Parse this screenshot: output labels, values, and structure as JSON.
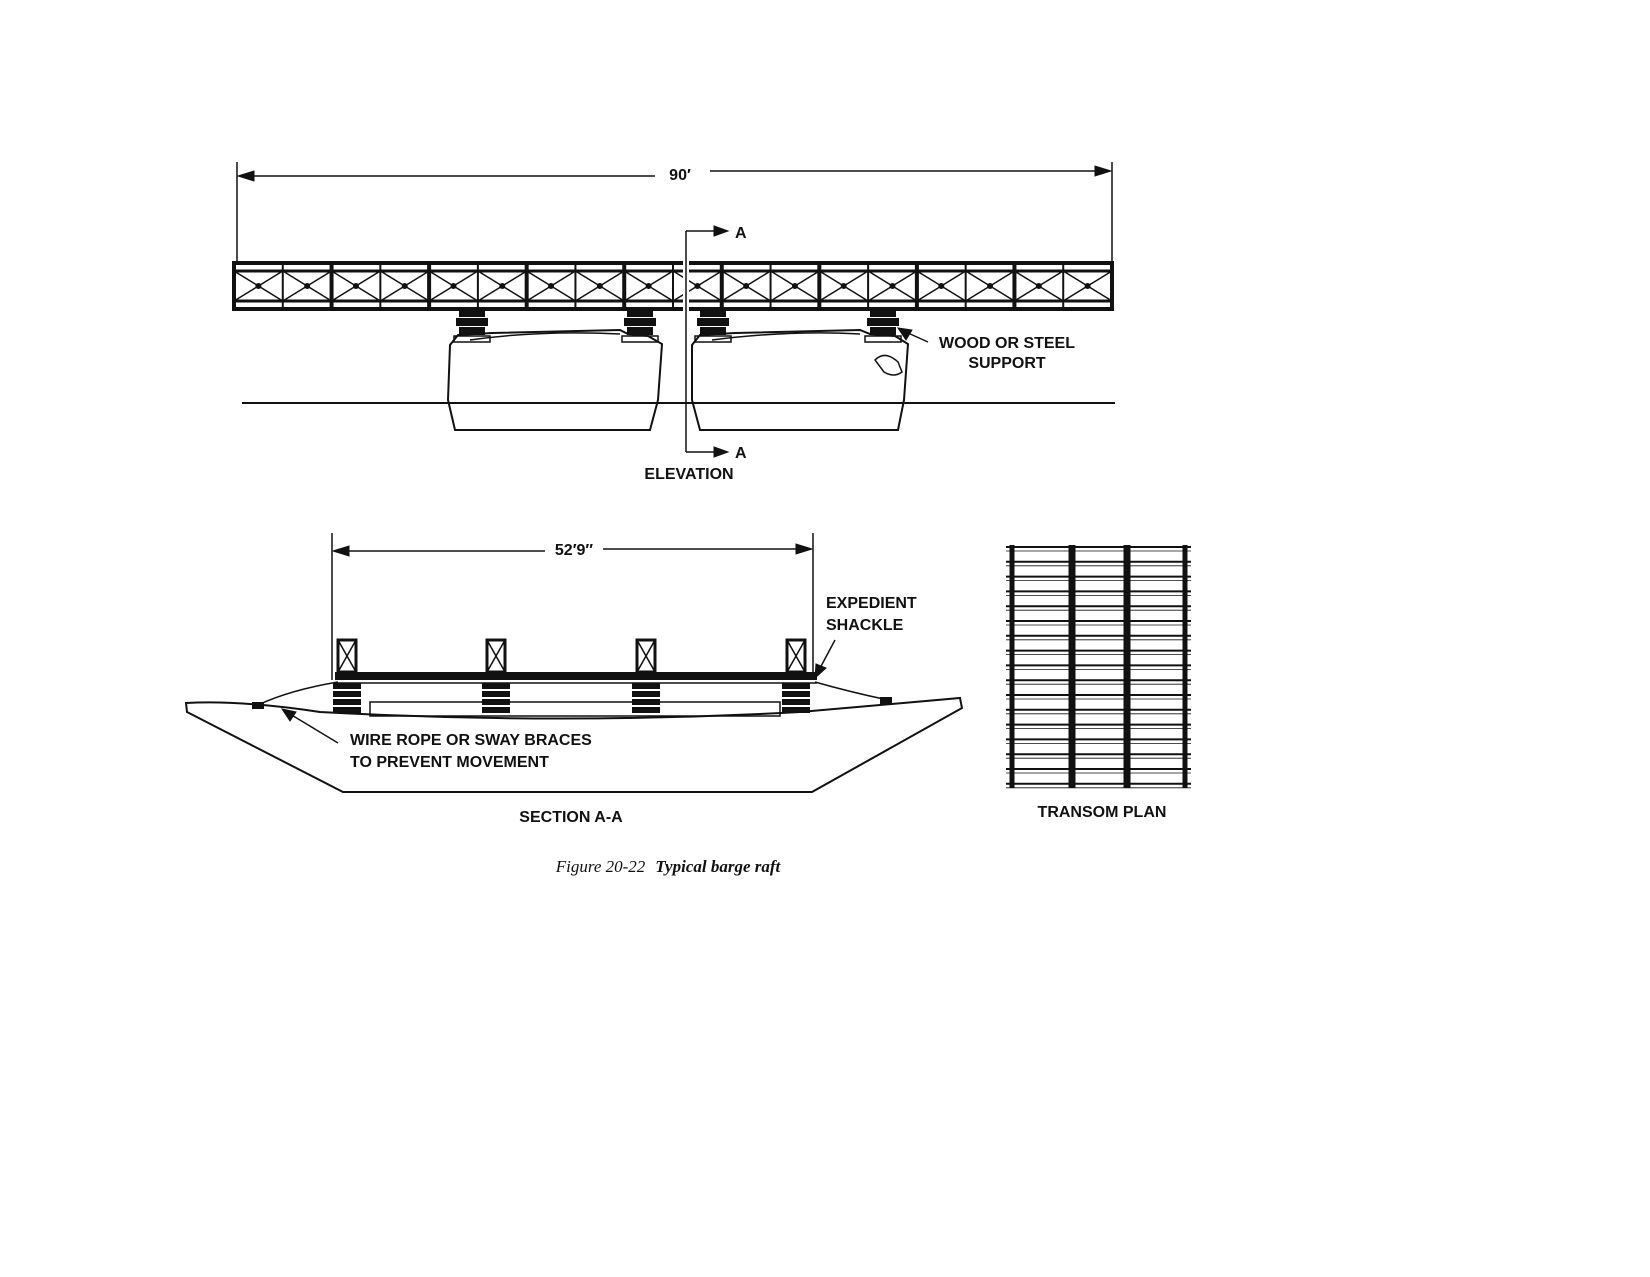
{
  "dimensions": {
    "elevation_length": "90′",
    "section_width": "52′9″"
  },
  "labels": {
    "section_mark_top": "A",
    "section_mark_bottom": "A",
    "support": [
      "WOOD OR STEEL",
      "SUPPORT"
    ],
    "elevation_title": "ELEVATION",
    "shackle": [
      "EXPEDIENT",
      "SHACKLE"
    ],
    "braces": [
      "WIRE ROPE OR SWAY BRACES",
      "TO PREVENT MOVEMENT"
    ],
    "section_title": "SECTION A-A",
    "plan_title": "TRANSOM PLAN"
  },
  "caption": {
    "prefix": "Figure 20-22",
    "title": "Typical barge raft"
  }
}
